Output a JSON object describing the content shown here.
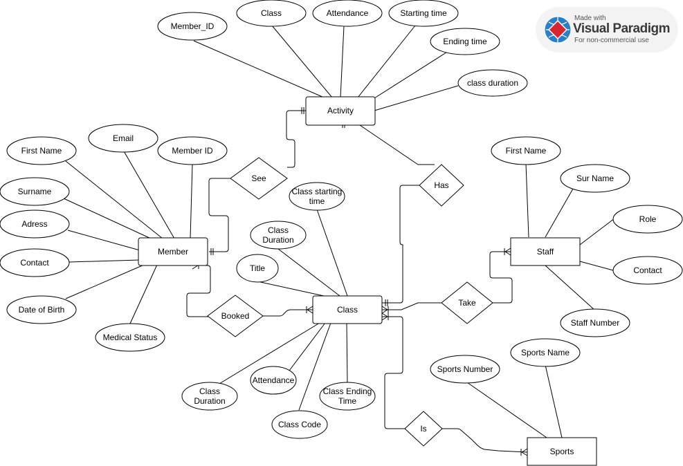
{
  "watermark": {
    "made_with": "Made with",
    "brand": "Visual Paradigm",
    "note": "For non-commercial use"
  },
  "entities": {
    "activity": "Activity",
    "member": "Member",
    "class": "Class",
    "staff": "Staff",
    "sports": "Sports"
  },
  "relationships": {
    "see": "See",
    "has": "Has",
    "booked": "Booked",
    "take": "Take",
    "is": "Is"
  },
  "attributes": {
    "activity": [
      "Member_ID",
      "Class",
      "Attendance",
      "Starting time",
      "Ending time",
      "class duration"
    ],
    "member": [
      "First Name",
      "Email",
      "Member ID",
      "Surname",
      "Adress",
      "Contact",
      "Date of Birth",
      "Medical Status"
    ],
    "class": [
      [
        "Class starting",
        "time"
      ],
      [
        "Class",
        "Duration"
      ],
      "Title",
      [
        "Class",
        "Duration"
      ],
      "Attendance",
      "Class Code",
      [
        "Class Ending",
        "Time"
      ]
    ],
    "staff": [
      "First Name",
      "Sur Name",
      "Role",
      "Contact",
      "Staff Number"
    ],
    "sports": [
      "Sports Number",
      "Sports Name"
    ]
  },
  "colors": {
    "line": "#000000",
    "fill": "#ffffff",
    "watermark_red": "#d8262e",
    "watermark_blue": "#2a7fc9"
  }
}
